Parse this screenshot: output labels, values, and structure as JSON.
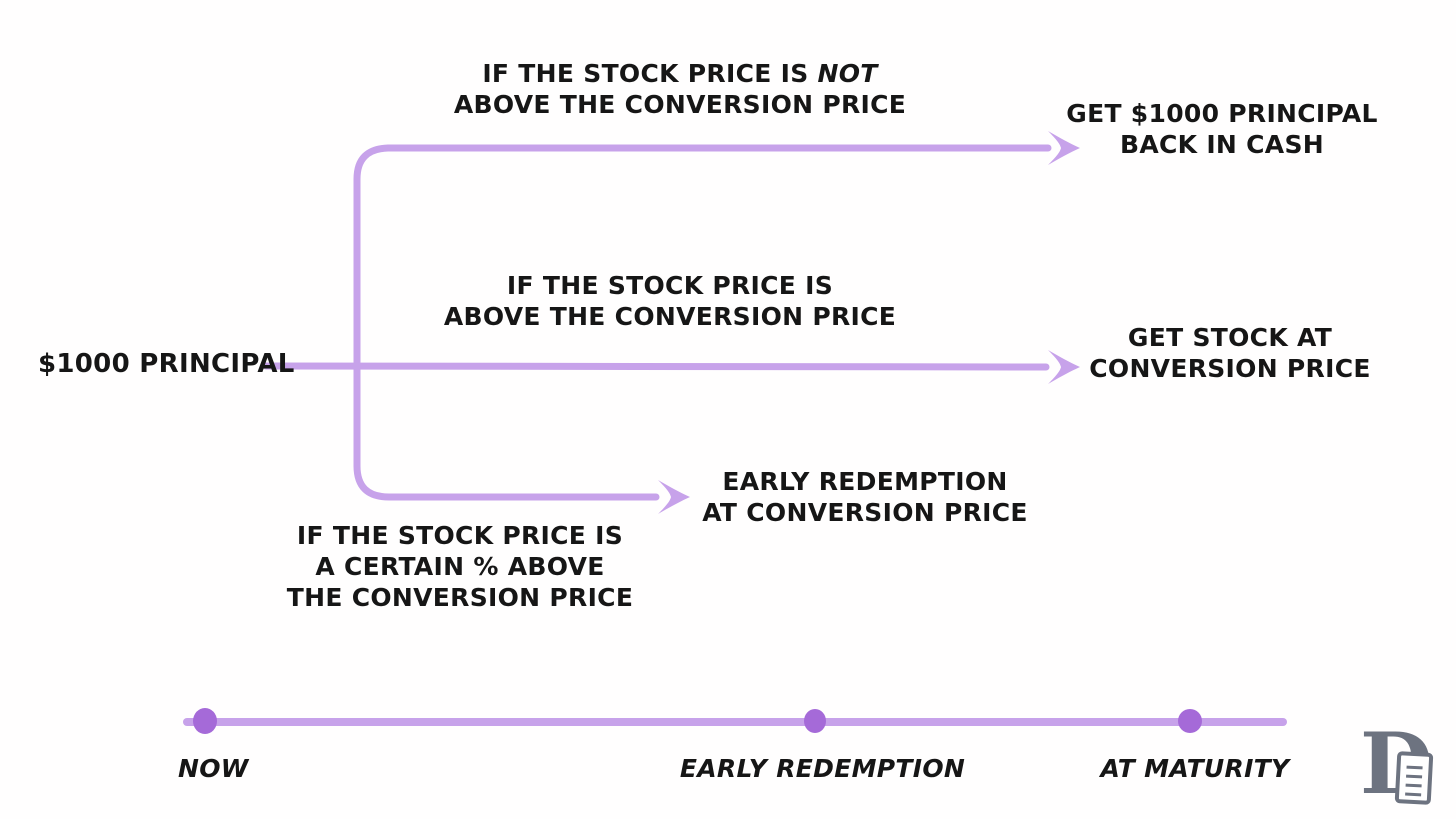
{
  "colors": {
    "line": "#c7a2ea",
    "dot": "#a56ad8",
    "text": "#161616",
    "logo": "#6d7380"
  },
  "root": {
    "label": "$1000 PRINCIPAL"
  },
  "branches": {
    "maturity_cash": {
      "condition": {
        "line1_pre": "IF THE STOCK PRICE IS ",
        "line1_em": "NOT",
        "line2": "ABOVE THE CONVERSION PRICE"
      },
      "outcome": {
        "line1": "GET $1000 PRINCIPAL",
        "line2": "BACK IN CASH"
      }
    },
    "convert_stock": {
      "condition": {
        "line1": "IF THE STOCK PRICE IS",
        "line2": "ABOVE THE CONVERSION PRICE"
      },
      "outcome": {
        "line1": "GET STOCK AT",
        "line2": "CONVERSION PRICE"
      }
    },
    "early_redemption": {
      "condition": {
        "line1": "IF THE STOCK PRICE IS",
        "line2": "A CERTAIN % ABOVE",
        "line3": "THE CONVERSION PRICE"
      },
      "outcome": {
        "line1": "EARLY REDEMPTION",
        "line2": "AT CONVERSION PRICE"
      }
    }
  },
  "timeline": {
    "points": [
      {
        "label": "NOW"
      },
      {
        "label": "EARLY REDEMPTION"
      },
      {
        "label": "AT MATURITY"
      }
    ]
  },
  "logo": {
    "letter": "D"
  }
}
